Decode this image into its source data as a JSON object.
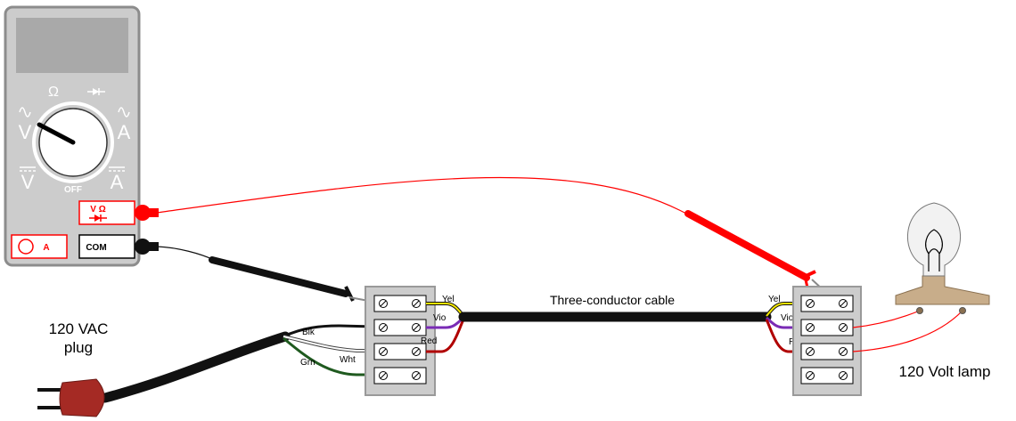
{
  "meter": {
    "dial": {
      "ohm": "Ω",
      "ac_volts": "V",
      "ac_amps": "A",
      "dc_volts": "V",
      "dc_amps": "A",
      "off": "OFF"
    },
    "jacks": {
      "volt_ohm": "V Ω",
      "com": "COM",
      "amps": "A"
    }
  },
  "labels": {
    "plug_line1": "120 VAC",
    "plug_line2": "plug",
    "cable": "Three-conductor cable",
    "lamp": "120 Volt lamp"
  },
  "wires": {
    "left": {
      "yel": "Yel",
      "vio": "Vio",
      "red": "Red"
    },
    "cord": {
      "blk": "Blk",
      "wht": "Wht",
      "grn": "Grn"
    },
    "right": {
      "yel": "Yel",
      "vio": "Vio",
      "red": "Red"
    }
  },
  "colors": {
    "meter_body": "#cccccc",
    "meter_outline": "#8c8c8c",
    "display": "#a9a9a9",
    "probe_red": "#ff0000",
    "probe_black": "#111111",
    "plug": "#a52a24",
    "wire_yellow": "#f2e600",
    "wire_violet": "#7a2bb5",
    "wire_red": "#b00000",
    "wire_green": "#1f5a1f",
    "lamp_base": "#c8ad8a"
  },
  "icons": [
    "diode-icon",
    "screw-icon",
    "lightbulb-icon",
    "plug-icon"
  ]
}
